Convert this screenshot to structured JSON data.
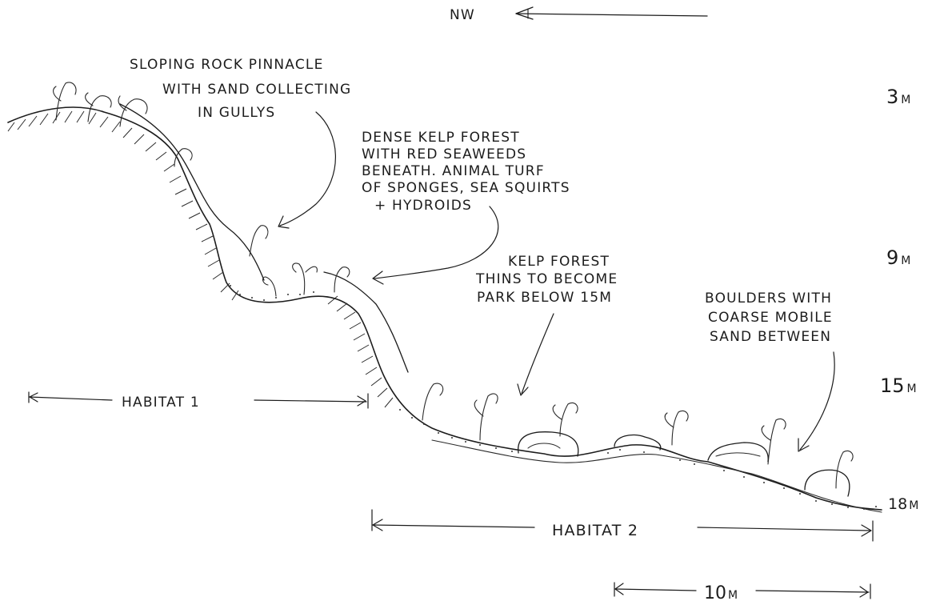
{
  "compass": {
    "label": "NW"
  },
  "labels": {
    "pinnacle": [
      "SLOPING ROCK PINNACLE",
      "WITH SAND COLLECTING",
      "IN GULLYS"
    ],
    "dense_kelp": [
      "DENSE KELP FOREST",
      "WITH RED SEAWEEDS",
      "BENEATH. ANIMAL TURF",
      "OF SPONGES, SEA SQUIRTS",
      "+ HYDROIDS"
    ],
    "kelp_thins": [
      "KELP FOREST",
      "THINS TO BECOME",
      "PARK BELOW 15M"
    ],
    "boulders": [
      "BOULDERS WITH",
      "COARSE MOBILE",
      "SAND BETWEEN"
    ]
  },
  "depths": [
    {
      "value": "3",
      "unit": "M"
    },
    {
      "value": "9",
      "unit": "M"
    },
    {
      "value": "15",
      "unit": "M"
    },
    {
      "value": "18",
      "unit": "M"
    }
  ],
  "habitats": [
    {
      "label": "HABITAT 1"
    },
    {
      "label": "HABITAT 2"
    }
  ],
  "scale_bar": {
    "value": "10",
    "unit": "M"
  }
}
